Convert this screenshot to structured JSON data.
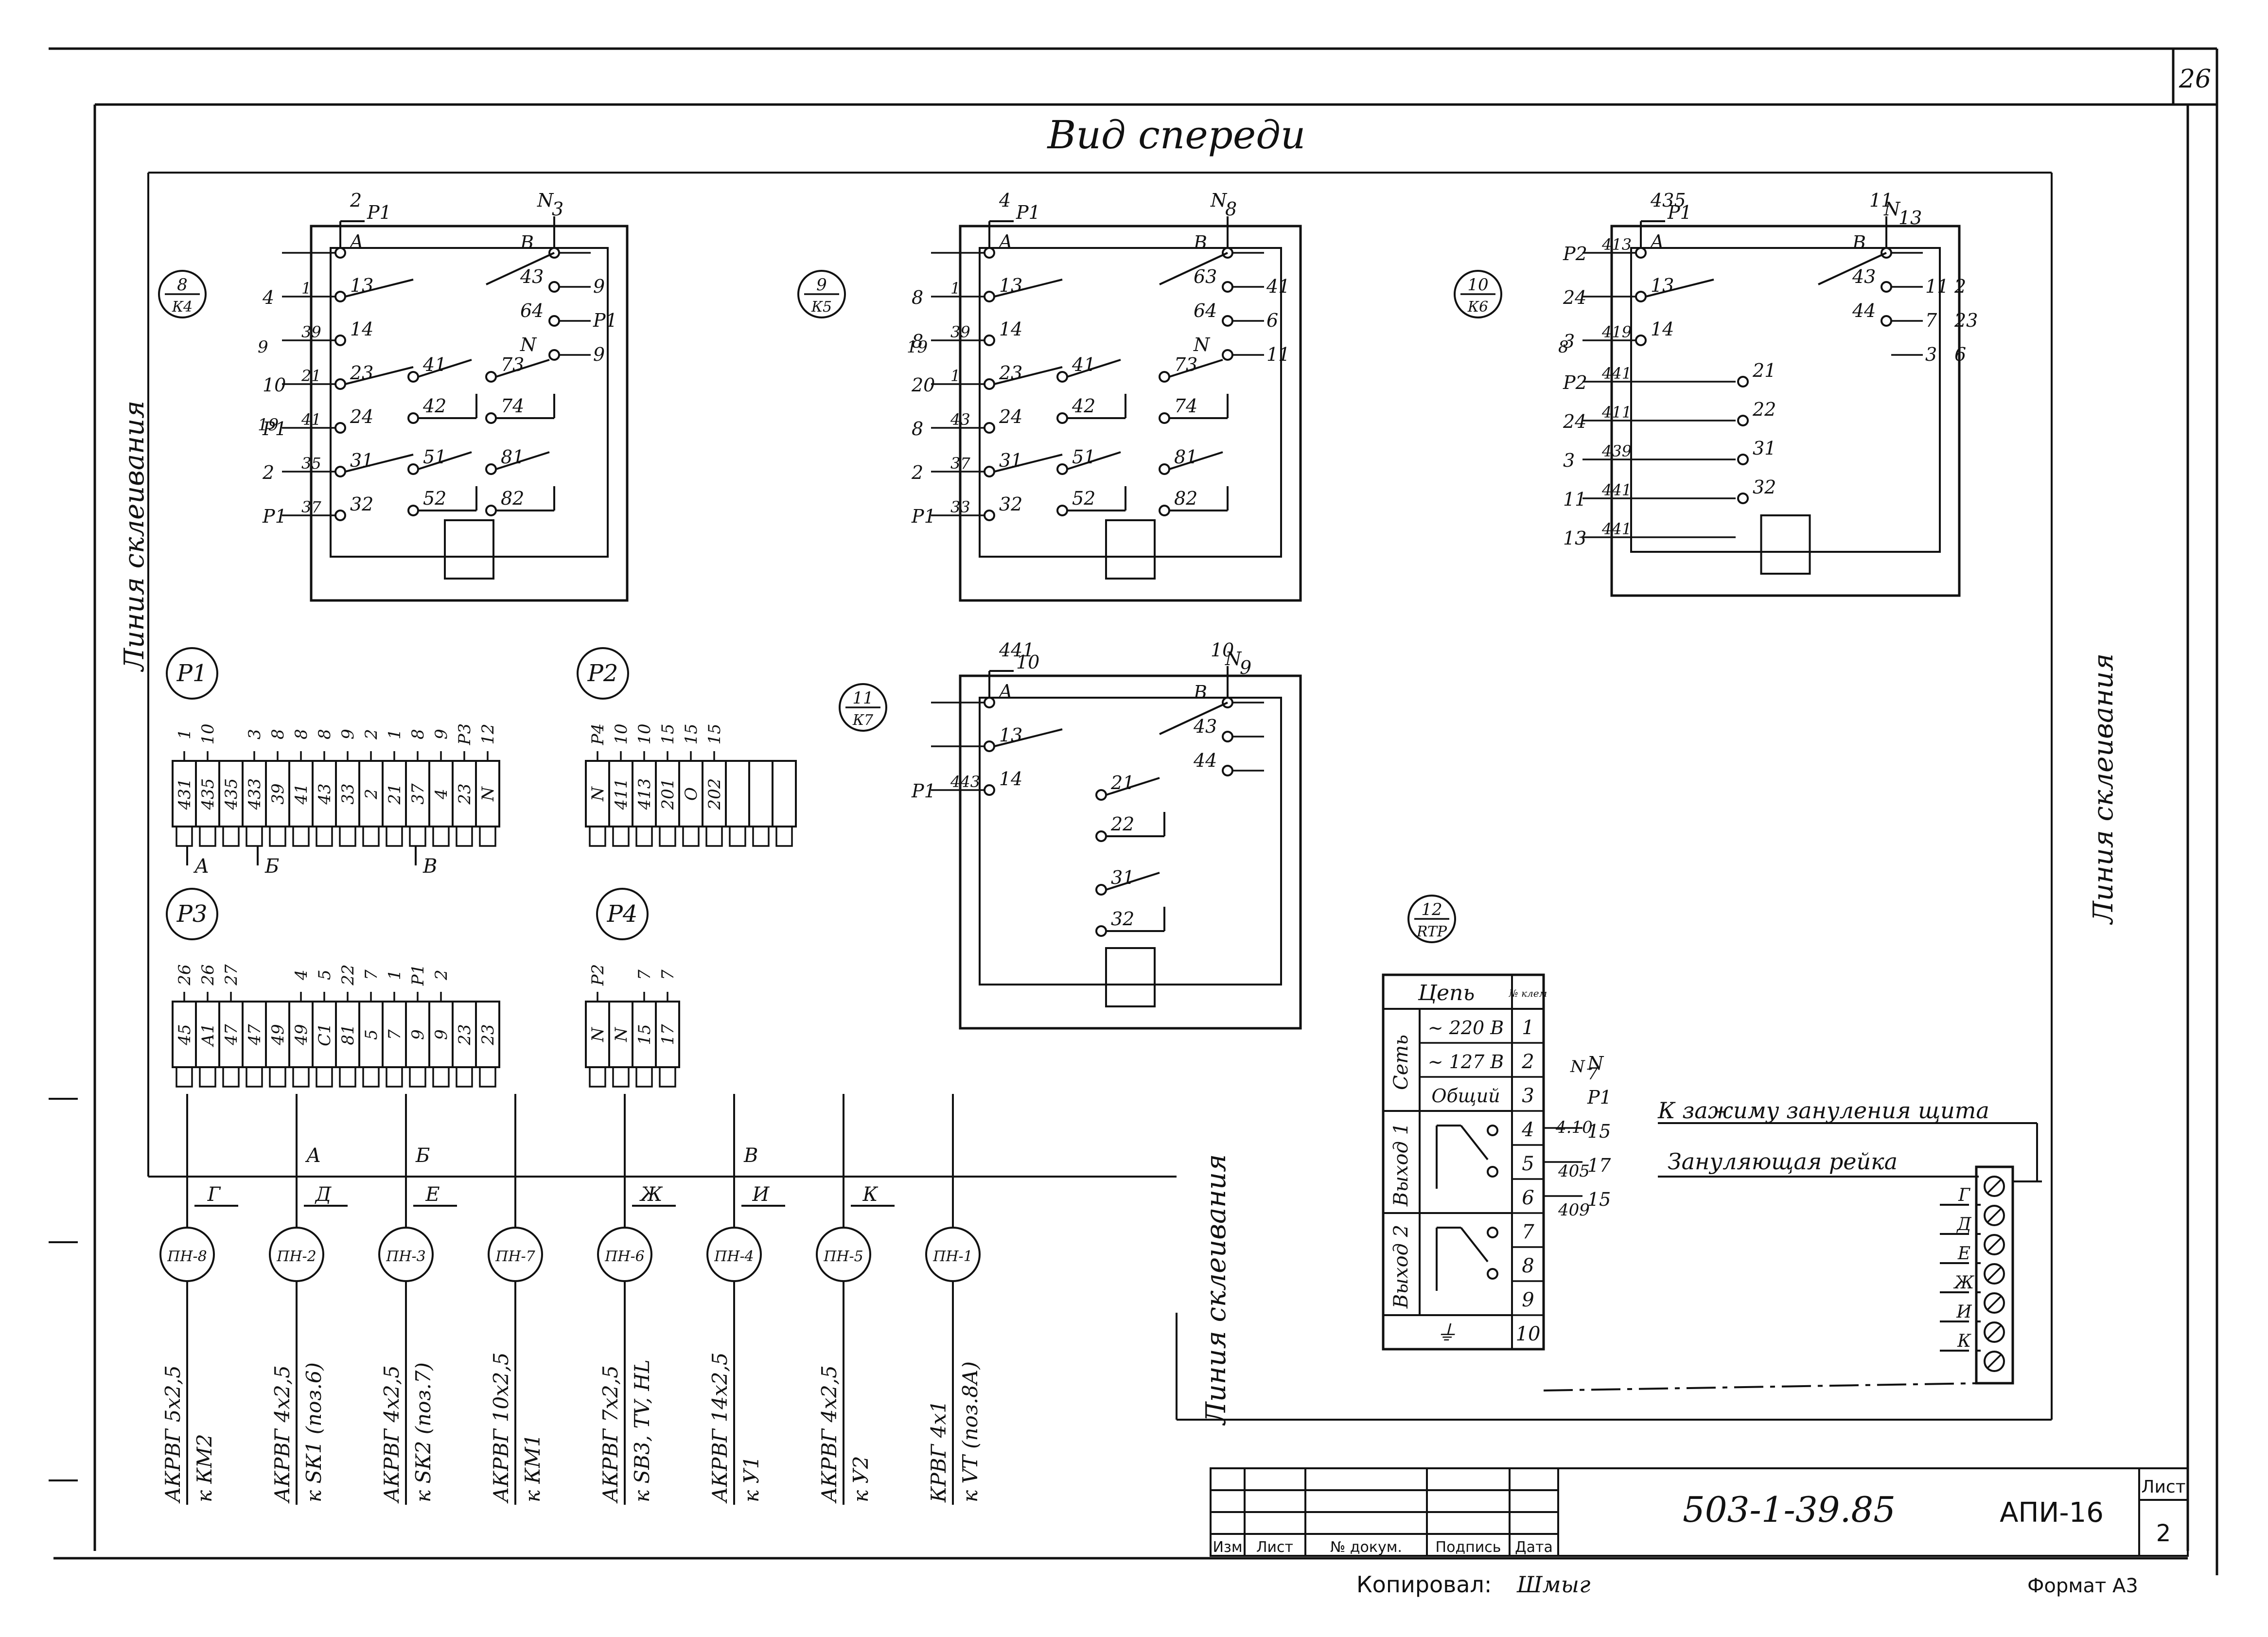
{
  "colors": {
    "ink": "#111111",
    "paper": "#ffffff"
  },
  "sheet": {
    "page_number": "26",
    "title": "Вид спереди",
    "glue_line_label": "Линия склеивания",
    "copied_by_label": "Копировал:",
    "copied_by_sign": "Шмыг",
    "format_label": "Формат А3"
  },
  "stamp": {
    "doc_code": "503-1-39.85",
    "sheet_code": "АПИ-16",
    "sheet_label": "Лист",
    "sheet_num": "2",
    "cols": [
      "Изм",
      "Лист",
      "№ докум.",
      "Подпись",
      "Дата"
    ]
  },
  "relays": [
    {
      "id": "8",
      "ref": "К4",
      "top_left": [
        "2",
        "Р1"
      ],
      "top_right": [
        "N",
        "3"
      ],
      "contacts_left": [
        [
          "A",
          "",
          ""
        ],
        [
          "13",
          "4",
          "1"
        ],
        [
          "14",
          "",
          "39"
        ],
        [
          "23",
          "10",
          "21"
        ],
        [
          "24",
          "Р1",
          "41"
        ],
        [
          "31",
          "2",
          "35"
        ],
        [
          "32",
          "Р1",
          "37"
        ]
      ],
      "right": [
        [
          "B",
          ""
        ],
        [
          "43",
          "9"
        ],
        [
          "64",
          "Р1"
        ],
        [
          "N",
          "9"
        ]
      ],
      "mid": [
        "41",
        "42",
        "51",
        "52"
      ],
      "far": [
        "73",
        "74",
        "81",
        "82"
      ],
      "extra": [
        "9",
        "19"
      ]
    },
    {
      "id": "9",
      "ref": "К5",
      "top_left": [
        "4",
        "Р1"
      ],
      "top_right": [
        "N",
        "8"
      ],
      "contacts_left": [
        [
          "A",
          "",
          ""
        ],
        [
          "13",
          "8",
          "1"
        ],
        [
          "14",
          "8",
          "39"
        ],
        [
          "23",
          "20",
          "1"
        ],
        [
          "24",
          "8",
          "43"
        ],
        [
          "31",
          "2",
          "37"
        ],
        [
          "32",
          "Р1",
          "33"
        ]
      ],
      "right": [
        [
          "B",
          ""
        ],
        [
          "63",
          "41"
        ],
        [
          "64",
          "6"
        ],
        [
          "N",
          "11"
        ]
      ],
      "mid": [
        "41",
        "42",
        "51",
        "52"
      ],
      "far": [
        "73",
        "74",
        "81",
        "82"
      ],
      "extra": [
        "19"
      ]
    },
    {
      "id": "10",
      "ref": "К6",
      "top_left": [
        "435",
        "Р1"
      ],
      "top_right": [
        "11",
        "N",
        "13"
      ],
      "contacts_left": [
        [
          "A",
          "Р2",
          "413"
        ],
        [
          "13",
          "24",
          ""
        ],
        [
          "14",
          "3",
          "419"
        ]
      ],
      "right": [
        [
          "B",
          ""
        ],
        [
          "43",
          "11",
          "2"
        ],
        [
          "44",
          "7",
          "23"
        ],
        [
          "",
          "3",
          "6"
        ]
      ],
      "lower": [
        [
          "21",
          "Р2",
          "441"
        ],
        [
          "22",
          "24",
          "411"
        ],
        [
          "31",
          "3",
          "439"
        ],
        [
          "32",
          "11",
          "441"
        ],
        [
          "",
          "13",
          "441"
        ]
      ],
      "extra": [
        "8"
      ]
    },
    {
      "id": "11",
      "ref": "К7",
      "top_left": [
        "441",
        "10"
      ],
      "top_right": [
        "10",
        "N",
        "9"
      ],
      "contacts_left": [
        [
          "A",
          "",
          ""
        ],
        [
          "13",
          "",
          ""
        ],
        [
          "14",
          "Р1",
          "443"
        ]
      ],
      "right": [
        [
          "B",
          ""
        ],
        [
          "43",
          ""
        ],
        [
          "44",
          ""
        ]
      ],
      "lower_contacts": [
        "21",
        "22",
        "31",
        "32"
      ]
    }
  ],
  "terminal_blocks": [
    {
      "id": "Р1",
      "top_labels": [
        "1",
        "10",
        "",
        "3",
        "8",
        "8",
        "8",
        "9",
        "2",
        "1",
        "8",
        "9",
        "Р3",
        "12"
      ],
      "cells": [
        "431",
        "435",
        "435",
        "433",
        "39",
        "41",
        "43",
        "33",
        "2",
        "21",
        "37",
        "4",
        "23",
        "N"
      ],
      "groups": [
        "А",
        "Б",
        "В"
      ]
    },
    {
      "id": "Р2",
      "top_labels": [
        "Р4",
        "10",
        "10",
        "15",
        "15",
        "15"
      ],
      "cells": [
        "N",
        "411",
        "413",
        "201",
        "О",
        "202",
        "",
        "",
        ""
      ]
    },
    {
      "id": "Р3",
      "top_labels": [
        "26",
        "26",
        "27",
        "",
        "",
        "4",
        "5",
        "22",
        "7",
        "1",
        "Р1",
        "2"
      ],
      "cells": [
        "45",
        "А1",
        "47",
        "47",
        "49",
        "49",
        "С1",
        "81",
        "5",
        "7",
        "9",
        "9",
        "23",
        "23"
      ]
    },
    {
      "id": "Р4",
      "top_labels": [
        "Р2",
        "",
        "7",
        "7"
      ],
      "cells": [
        "N",
        "N",
        "15",
        "17"
      ]
    }
  ],
  "rtp": {
    "id": "12",
    "ref": "RTP",
    "header": [
      "Цепь",
      "№ клем"
    ],
    "rows": [
      {
        "group": "Сеть",
        "label": "~ 220 В",
        "num": "1",
        "wire": ""
      },
      {
        "group": "",
        "label": "~ 127 В",
        "num": "2",
        "wire": "N"
      },
      {
        "group": "",
        "label": "Общий",
        "num": "3",
        "wire": "Р1"
      },
      {
        "group": "Выход 1",
        "label": "",
        "num": "4",
        "wire": "15"
      },
      {
        "group": "",
        "label": "",
        "num": "5",
        "wire": "17"
      },
      {
        "group": "",
        "label": "",
        "num": "6",
        "wire": "15"
      },
      {
        "group": "Выход 2",
        "label": "",
        "num": "7",
        "wire": ""
      },
      {
        "group": "",
        "label": "",
        "num": "8",
        "wire": ""
      },
      {
        "group": "",
        "label": "",
        "num": "9",
        "wire": ""
      },
      {
        "group": "",
        "label": "",
        "num": "10",
        "wire": ""
      }
    ],
    "wire_labels": [
      "N",
      "7",
      "4.10",
      "405",
      "409"
    ]
  },
  "grounding": {
    "label_clamp": "К зажиму зануления щита",
    "label_rail": "Зануляющая рейка",
    "letters": [
      "Г",
      "Д",
      "Е",
      "Ж",
      "И",
      "К"
    ]
  },
  "cables": [
    {
      "pos": "ПН-8",
      "letter": "Г",
      "cable": "АКРВГ 5х2,5",
      "dest": "к КМ2"
    },
    {
      "pos": "ПН-2",
      "letter": "Д",
      "top": "А",
      "cable": "АКРВГ 4х2,5",
      "dest": "к SК1 (поз.6)"
    },
    {
      "pos": "ПН-3",
      "letter": "Е",
      "top": "Б",
      "cable": "АКРВГ 4х2,5",
      "dest": "к SК2 (поз.7)"
    },
    {
      "pos": "ПН-7",
      "letter": "",
      "cable": "АКРВГ 10х2,5",
      "dest": "к КМ1"
    },
    {
      "pos": "ПН-6",
      "letter": "Ж",
      "cable": "АКРВГ 7х2,5",
      "dest": "к SВ3, ТV, НL"
    },
    {
      "pos": "ПН-4",
      "letter": "И",
      "top": "В",
      "cable": "АКРВГ 14х2,5",
      "dest": "к У1"
    },
    {
      "pos": "ПН-5",
      "letter": "К",
      "cable": "АКРВГ 4х2,5",
      "dest": "к У2"
    },
    {
      "pos": "ПН-1",
      "letter": "",
      "cable": "КРВГ 4х1",
      "dest": "к VТ (поз.8А)"
    }
  ]
}
